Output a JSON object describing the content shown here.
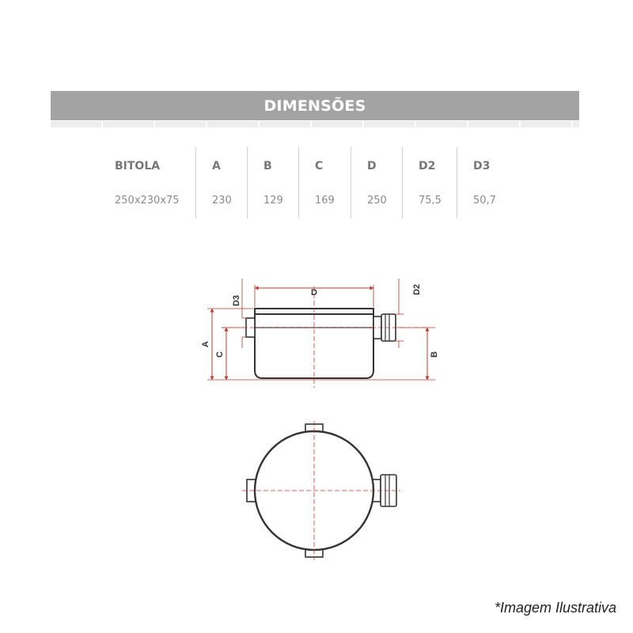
{
  "header": {
    "title": "DIMENSÕES"
  },
  "table": {
    "columns": [
      {
        "header": "BITOLA",
        "value": "250x230x75"
      },
      {
        "header": "A",
        "value": "230"
      },
      {
        "header": "B",
        "value": "129"
      },
      {
        "header": "C",
        "value": "169"
      },
      {
        "header": "D",
        "value": "250"
      },
      {
        "header": "D2",
        "value": "75,5"
      },
      {
        "header": "D3",
        "value": "50,7"
      }
    ]
  },
  "drawing": {
    "labels": {
      "D": "D",
      "D2": "D2",
      "D3": "D3",
      "A": "A",
      "B": "B",
      "C": "C"
    },
    "colors": {
      "dimension": "#c0392b",
      "outline": "#333333"
    }
  },
  "footer": {
    "note": "*Imagem Ilustrativa"
  },
  "colors": {
    "band": "#a3a3a3",
    "band_text": "#ffffff",
    "header_text": "#777777",
    "value_text": "#8a8a8a"
  }
}
